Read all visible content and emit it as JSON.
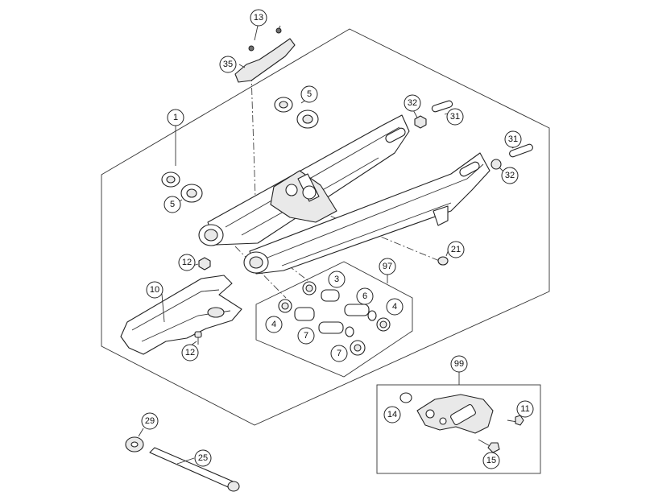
{
  "callouts": {
    "c1": "1",
    "c4a": "4",
    "c4b": "4",
    "c3": "3",
    "c5a": "5",
    "c5b": "5",
    "c6": "6",
    "c7a": "7",
    "c7b": "7",
    "c10": "10",
    "c11": "11",
    "c12a": "12",
    "c12b": "12",
    "c13": "13",
    "c14": "14",
    "c15": "15",
    "c21": "21",
    "c25": "25",
    "c29": "29",
    "c31a": "31",
    "c31b": "31",
    "c32a": "32",
    "c32b": "32",
    "c35": "35",
    "c97": "97",
    "c99": "99"
  }
}
